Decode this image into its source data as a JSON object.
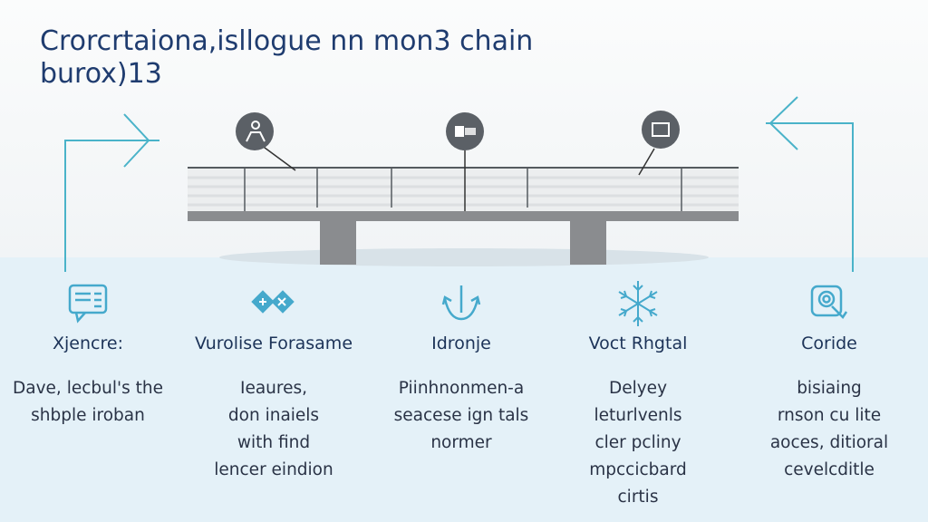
{
  "title": {
    "line1": "Crorcrtaiona,isllogue nn mon3 chain",
    "line2": "burox)13"
  },
  "colors": {
    "title": "#1f3c6f",
    "accent": "#4ab3c9",
    "bridge": "#8a8c8f",
    "marker": "#5b6066",
    "water": "#e4f1f8"
  },
  "markers": [
    {
      "icon": "worker-icon"
    },
    {
      "icon": "camera-icon"
    },
    {
      "icon": "scroll-icon"
    }
  ],
  "columns": [
    {
      "icon": "document-chat-icon",
      "heading": "Xjencre:",
      "lines": [
        "Dave, lecbul's the",
        "shbple iroban"
      ]
    },
    {
      "icon": "diamond-tools-icon",
      "heading": "Vurolise Forasame",
      "lines": [
        "Ieaures,",
        "don inaiels",
        "with find",
        "lencer eindion"
      ]
    },
    {
      "icon": "anchor-icon",
      "heading": "Idronje",
      "lines": [
        "Piinhnonmen-a",
        "seacese ign tals",
        "normer"
      ]
    },
    {
      "icon": "snowflake-icon",
      "heading": "Voct Rhgtal",
      "lines": [
        "Delyey",
        "leturlvenls",
        "cler pcliny",
        "mpccicbard",
        "cirtis"
      ]
    },
    {
      "icon": "target-badge-icon",
      "heading": "Coride",
      "lines": [
        "bisiaing",
        "rnson cu lite",
        "aoces, ditioral",
        "cevelcditle"
      ]
    }
  ]
}
